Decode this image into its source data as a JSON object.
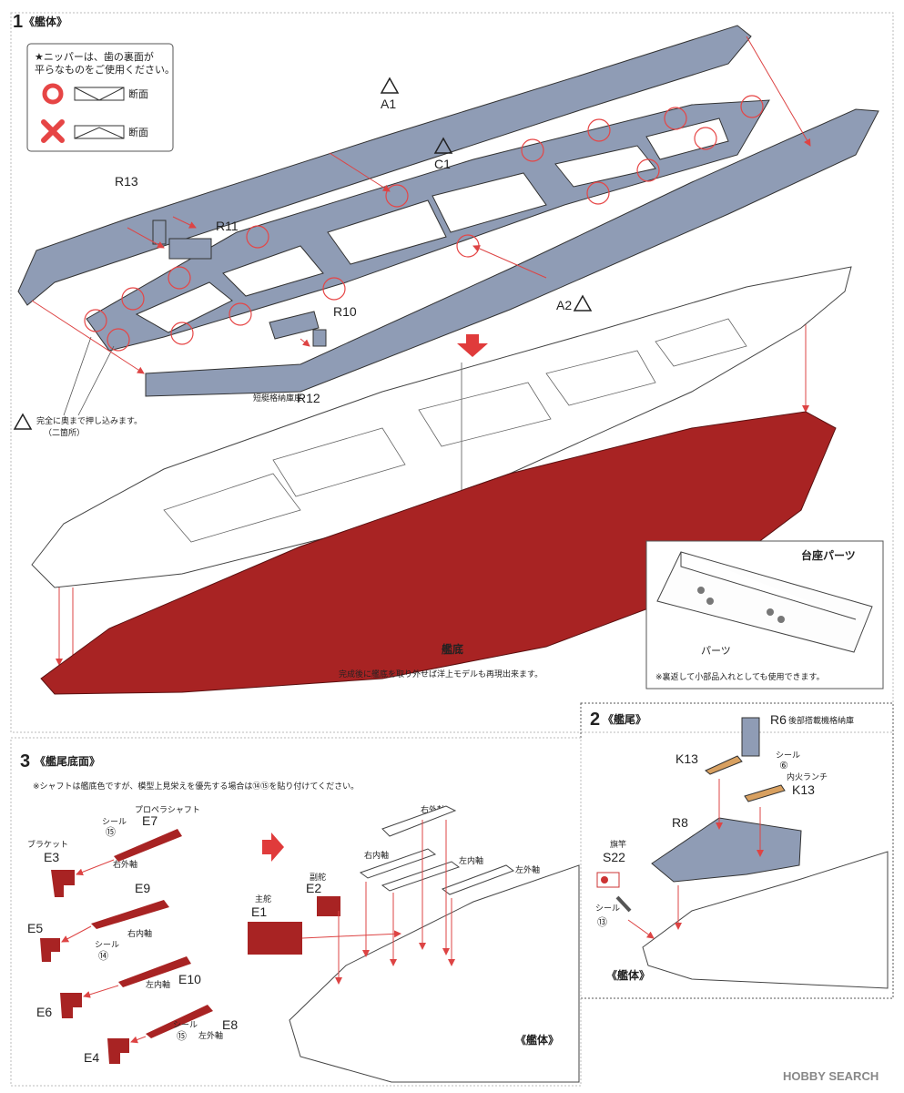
{
  "step1": {
    "number": "1",
    "title": "《艦体》",
    "note_line1": "★ニッパーは、歯の裏面が",
    "note_line2": "平らなものをご使用ください。",
    "ok_label": "断面",
    "ng_label": "断面",
    "parts": {
      "a1": "A1",
      "c1": "C1",
      "a2": "A2",
      "r13": "R13",
      "r11": "R11",
      "r10": "R10",
      "r12": "R12"
    },
    "r12_note": "短艇格納庫扉",
    "press_note_line1": "完全に奥まで押し込みます。",
    "press_note_line2": "（二箇所）",
    "hull_bottom_label": "艦底",
    "hull_bottom_note": "完成後に艦底を取り外せば洋上モデルも再現出来ます。",
    "stand_title": "台座パーツ",
    "stand_parts": "パーツ",
    "stand_note": "※裏返して小部品入れとしても使用できます。"
  },
  "step2": {
    "number": "2",
    "title": "《艦尾》",
    "r6": "R6",
    "r6_note": "後部搭載機格納庫",
    "k13a": "K13",
    "seal6_label": "シール",
    "seal6": "⑥",
    "launch_note": "内火ランチ",
    "k13b": "K13",
    "r8": "R8",
    "flag_note": "旗竿",
    "s22": "S22",
    "seal13_label": "シール",
    "seal13": "⑬",
    "hull_label": "《艦体》"
  },
  "step3": {
    "number": "3",
    "title": "《艦尾底面》",
    "note": "※シャフトは艦底色ですが、模型上見栄えを優先する場合は⑭⑮を貼り付けてください。",
    "prop_shaft": "プロペラシャフト",
    "e7": "E7",
    "seal15a_label": "シール",
    "seal15a": "⑮",
    "bracket": "ブラケット",
    "e3": "E3",
    "right_outer_a": "右外軸",
    "e9": "E9",
    "e5": "E5",
    "right_inner_a": "右内軸",
    "seal14_label": "シール",
    "seal14": "⑭",
    "e10": "E10",
    "left_inner_a": "左内軸",
    "e6": "E6",
    "e8": "E8",
    "seal15b_label": "シール",
    "seal15b": "⑮",
    "left_outer_a": "左外軸",
    "e4": "E4",
    "main_rudder": "主舵",
    "e1": "E1",
    "sub_rudder": "副舵",
    "e2": "E2",
    "right_outer_b": "右外軸",
    "right_inner_b": "右内軸",
    "left_inner_b": "左内軸",
    "left_outer_b": "左外軸",
    "hull_label": "《艦体》"
  },
  "watermark": "HOBBY SEARCH",
  "colors": {
    "gray_part": "#8f9cb5",
    "red_part": "#a82323",
    "red_mark": "#e64545",
    "arrow": "#d44",
    "line": "#333"
  }
}
